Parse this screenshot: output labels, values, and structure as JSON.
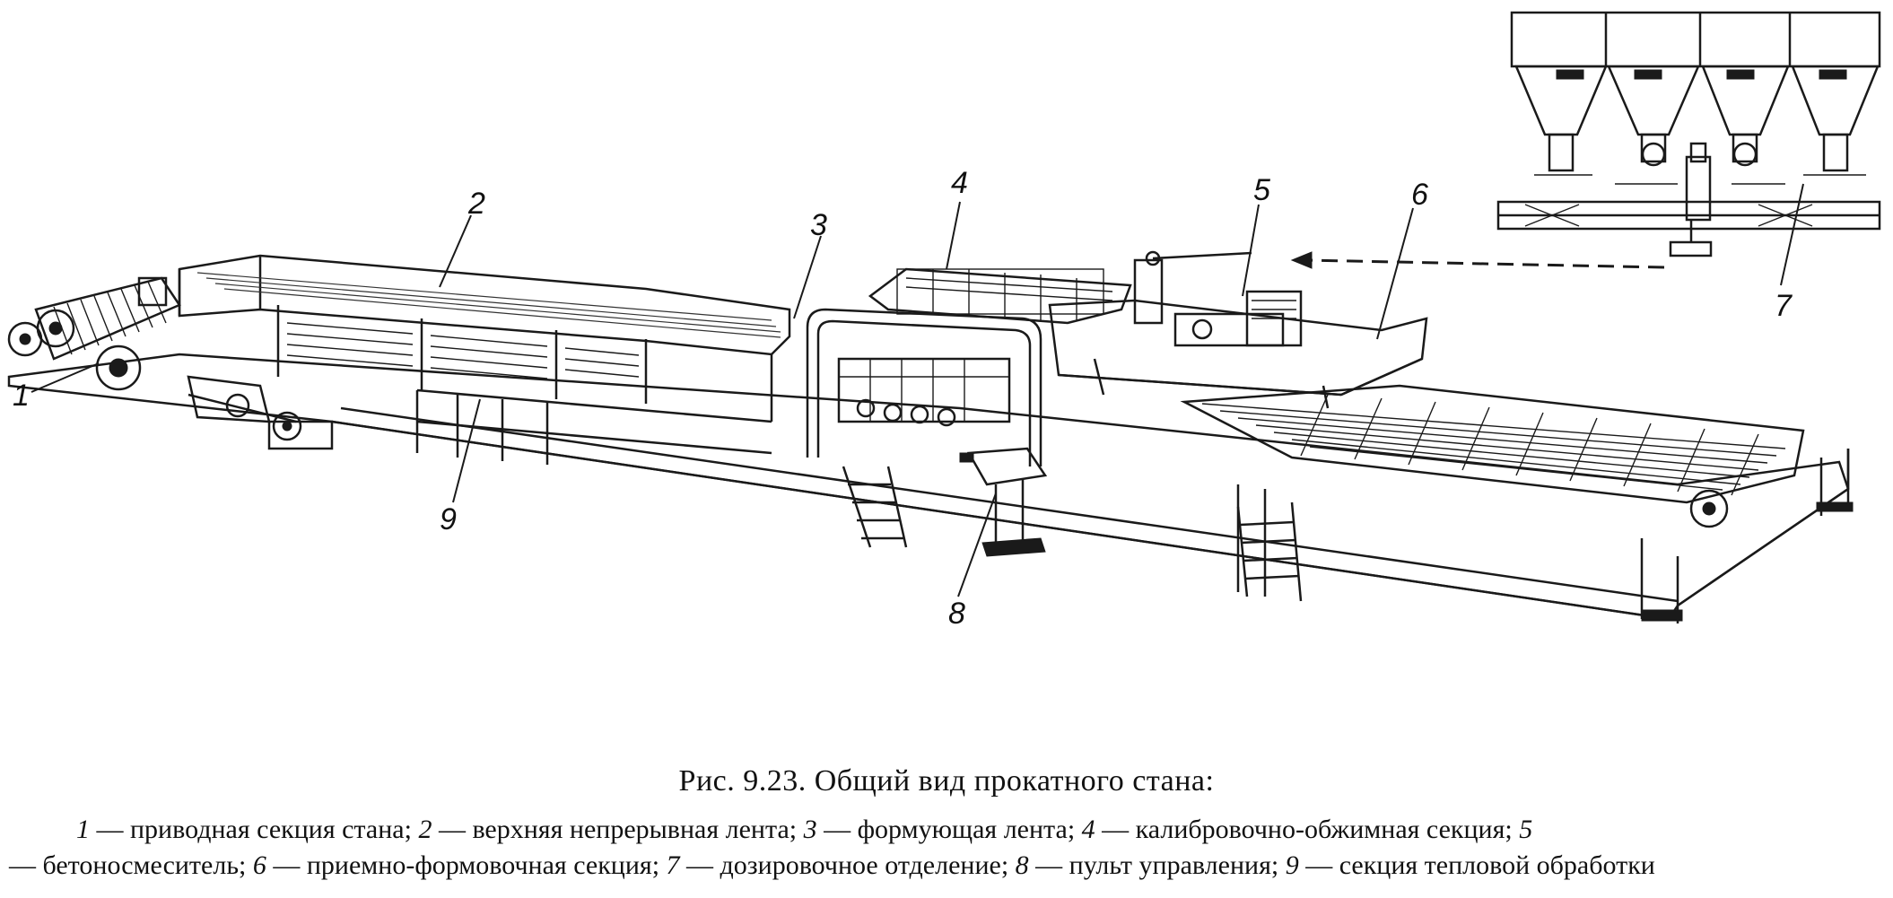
{
  "figure": {
    "numbers": [
      "1",
      "2",
      "3",
      "4",
      "5",
      "6",
      "7",
      "8",
      "9"
    ]
  },
  "caption": {
    "title": "Рис. 9.23. Общий вид прокатного стана:",
    "items": [
      {
        "num": "1",
        "text": "— приводная секция стана;"
      },
      {
        "num": "2",
        "text": "— верхняя непрерывная лента;"
      },
      {
        "num": "3",
        "text": "— формующая лента;"
      },
      {
        "num": "4",
        "text": "— калибровочно-обжимная секция;"
      },
      {
        "num": "5",
        "text": "— бетоносмеситель;"
      },
      {
        "num": "6",
        "text": "— приемно-формовочная секция;"
      },
      {
        "num": "7",
        "text": "— дозировочное отделение;"
      },
      {
        "num": "8",
        "text": "— пульт управления;"
      },
      {
        "num": "9",
        "text": "— секция тепловой обработки"
      }
    ]
  }
}
